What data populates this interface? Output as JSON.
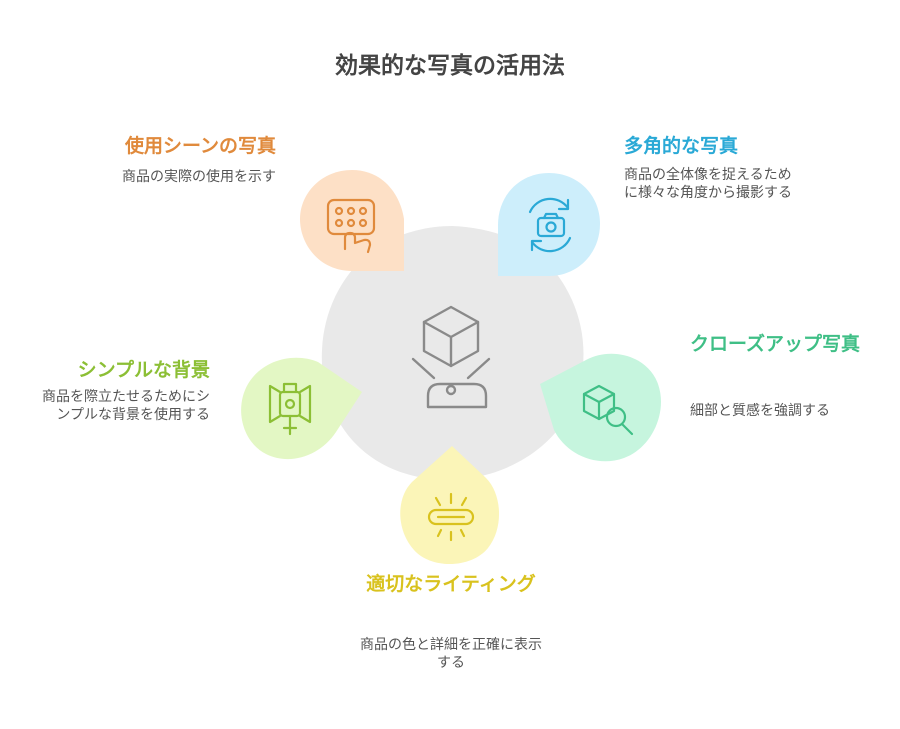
{
  "title": "効果的な写真の活用法",
  "items": [
    {
      "heading": "使用シーンの写真",
      "description": "商品の実際の使用を示す",
      "color": "#e08a3c",
      "fill": "#fde0c6",
      "icon": "hand-touch-keypad-icon"
    },
    {
      "heading": "多角的な写真",
      "description": "商品の全体像を捉えるために様々な角度から撮影する",
      "color": "#2aa9d6",
      "fill": "#cdeefb",
      "icon": "rotating-camera-icon"
    },
    {
      "heading": "クローズアップ写真",
      "description": "細部と質感を強調する",
      "color": "#3fbf86",
      "fill": "#c6f5de",
      "icon": "cube-magnifier-icon"
    },
    {
      "heading": "適切なライティング",
      "description": "商品の色と詳細を正確に表示する",
      "color": "#d9c21e",
      "fill": "#fbf5b8",
      "icon": "light-tube-icon"
    },
    {
      "heading": "シンプルな背景",
      "description": "商品を際立たせるためにシンプルな背景を使用する",
      "color": "#8cbf35",
      "fill": "#e3f7c4",
      "icon": "studio-light-icon"
    }
  ],
  "center_icon": "product-on-stand-icon",
  "center_fill": "#e9e9e9"
}
